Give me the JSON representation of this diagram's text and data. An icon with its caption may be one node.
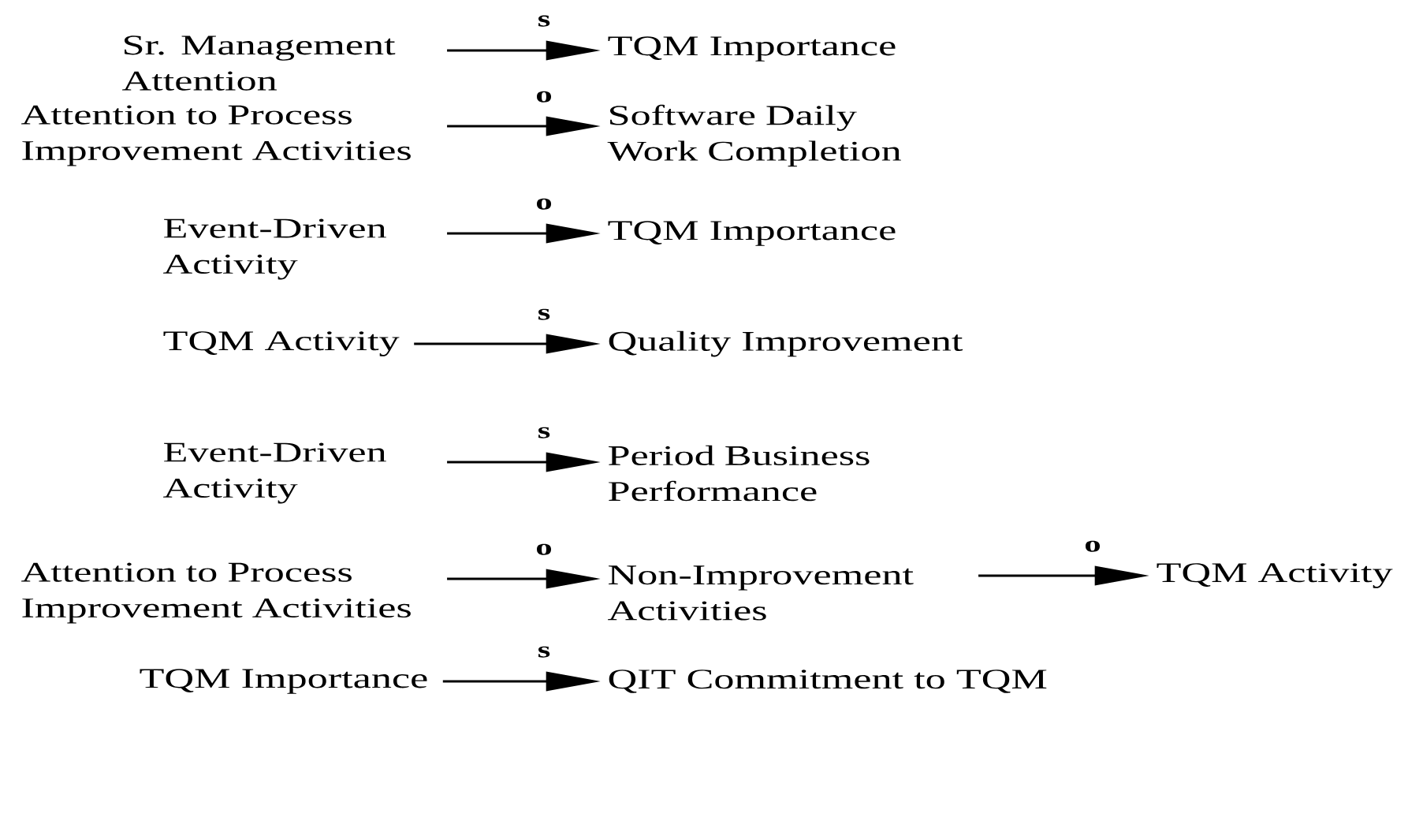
{
  "diagram": {
    "nodes": [
      {
        "text": [
          "Sr. Management Attention"
        ]
      },
      {
        "text": [
          "TQM Importance"
        ]
      },
      {
        "text": [
          "Attention to Process Improvement Activities"
        ]
      },
      {
        "text": [
          "Software Daily Work Completion"
        ]
      },
      {
        "text": [
          "Event-Driven Activity"
        ]
      },
      {
        "text": [
          "TQM Importance"
        ]
      },
      {
        "text": [
          "TQM Activity"
        ]
      },
      {
        "text": [
          "Quality Improvement"
        ]
      },
      {
        "text": [
          "Event-Driven Activity"
        ]
      },
      {
        "text": [
          "Period Business Performance"
        ]
      },
      {
        "text": [
          "Attention to Process Improvement Activities"
        ]
      },
      {
        "text": [
          "Non-Improvement Activities"
        ]
      },
      {
        "text": [
          "TQM Activity"
        ]
      },
      {
        "text": [
          "TQM Importance"
        ]
      },
      {
        "text": [
          "QIT Commitment to TQM"
        ]
      }
    ],
    "edges": [
      {
        "from": 0,
        "to": 1,
        "arrow": "to",
        "label": "s"
      },
      {
        "from": 2,
        "to": 3,
        "arrow": "to",
        "label": "o"
      },
      {
        "from": 4,
        "to": 5,
        "arrow": "to",
        "label": "o"
      },
      {
        "from": 6,
        "to": 7,
        "arrow": "to",
        "label": "s"
      },
      {
        "from": 8,
        "to": 9,
        "arrow": "to",
        "label": "s"
      },
      {
        "from": 10,
        "to": 11,
        "arrow": "to",
        "label": "o"
      },
      {
        "from": 11,
        "to": 12,
        "arrow": "to",
        "label": "o"
      },
      {
        "from": 13,
        "to": 14,
        "arrow": "to",
        "label": "s"
      }
    ]
  }
}
